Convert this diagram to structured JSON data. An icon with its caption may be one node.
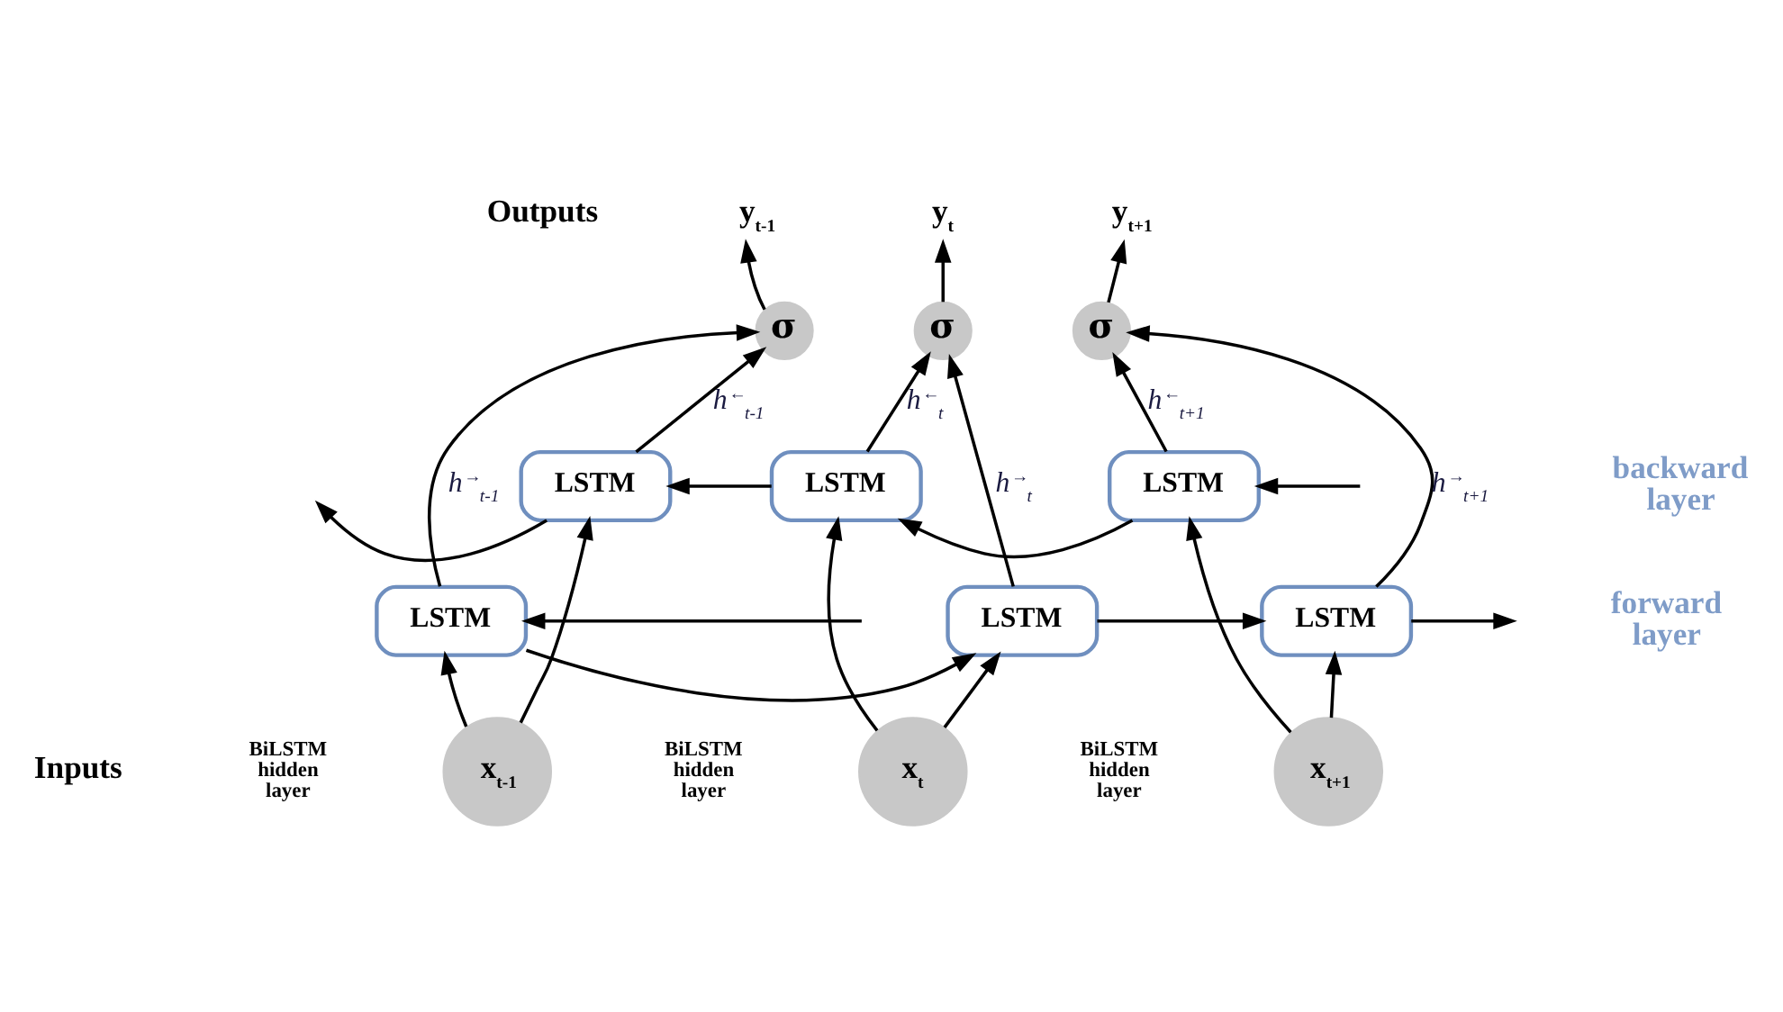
{
  "diagram": {
    "nodes": [
      {
        "text": [
          "y$_{t-1}$"
        ]
      },
      {
        "text": [
          "y$_{t}$"
        ]
      },
      {
        "text": [
          "y$_{t+1}$"
        ]
      },
      {
        "text": [
          "σ"
        ]
      },
      {
        "text": [
          "σ"
        ]
      },
      {
        "text": [
          "σ"
        ]
      },
      {
        "text": [
          "LSTM"
        ]
      },
      {
        "text": [
          "LSTM"
        ]
      },
      {
        "text": [
          "LSTM"
        ]
      },
      {
        "text": [
          "LSTM"
        ]
      },
      {
        "text": [
          "LSTM"
        ]
      },
      {
        "text": [
          "LSTM"
        ]
      },
      {
        "text": [
          "x$_{t-1}$"
        ]
      },
      {
        "text": [
          "x$_{t}$"
        ]
      },
      {
        "text": [
          "x$_{t+1}$"
        ]
      }
    ],
    "edges": [
      {
        "from": 12,
        "to": 9,
        "arrow": "to"
      },
      {
        "from": 12,
        "to": 6,
        "arrow": "to"
      },
      {
        "from": 13,
        "to": 10,
        "arrow": "to"
      },
      {
        "from": 13,
        "to": 7,
        "arrow": "to"
      },
      {
        "from": 14,
        "to": 11,
        "arrow": "to"
      },
      {
        "from": 14,
        "to": 8,
        "arrow": "to"
      },
      {
        "from": 9,
        "to": 3,
        "arrow": "to",
        "label": "h$^{→}$$_{t-1}$"
      },
      {
        "from": 6,
        "to": 3,
        "arrow": "to",
        "label": "h$^{←}$$_{t-1}$"
      },
      {
        "from": 10,
        "to": 4,
        "arrow": "to",
        "label": "h$^{→}$$_{t}$"
      },
      {
        "from": 7,
        "to": 4,
        "arrow": "to",
        "label": "h$^{←}$$_{t}$"
      },
      {
        "from": 11,
        "to": 5,
        "arrow": "to",
        "label": "h$^{→}$$_{t+1}$"
      },
      {
        "from": 8,
        "to": 5,
        "arrow": "to",
        "label": "h$^{←}$$_{t+1}$"
      },
      {
        "from": 3,
        "to": 0,
        "arrow": "to"
      },
      {
        "from": 4,
        "to": 1,
        "arrow": "to"
      },
      {
        "from": 5,
        "to": 2,
        "arrow": "to"
      },
      {
        "from": null,
        "to": 9,
        "arrow": "to"
      },
      {
        "from": 9,
        "to": 10,
        "arrow": "to"
      },
      {
        "from": 10,
        "to": 11,
        "arrow": "to"
      },
      {
        "from": 11,
        "to": null,
        "arrow": "to"
      },
      {
        "from": null,
        "to": 8,
        "arrow": "to"
      },
      {
        "from": 8,
        "to": 7,
        "arrow": "to"
      },
      {
        "from": 7,
        "to": 6,
        "arrow": "to"
      },
      {
        "from": 6,
        "to": null,
        "arrow": "to"
      }
    ],
    "labels": [
      "Outputs",
      "backward layer",
      "forward layer",
      "BiLSTM hidden layer",
      "Inputs",
      "BiLSTM hidden layer",
      "BiLSTM hidden layer"
    ]
  }
}
